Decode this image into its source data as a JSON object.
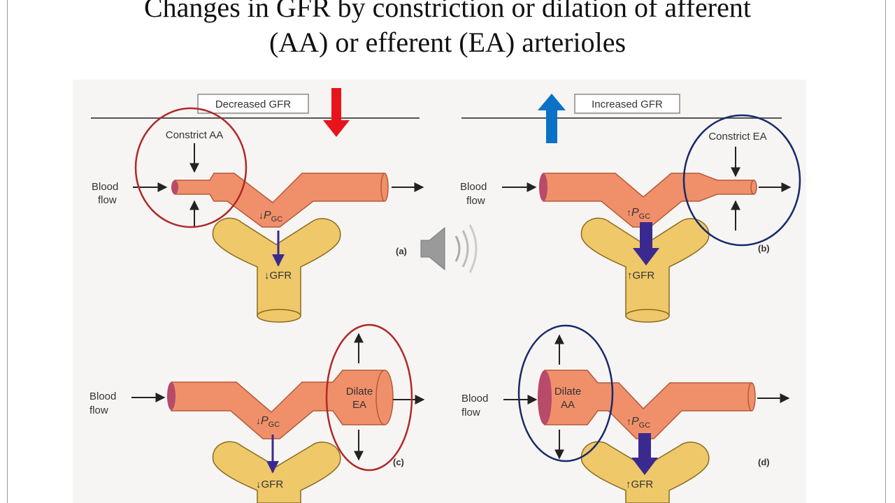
{
  "slide": {
    "title_line1": "Changes in GFR by constriction or dilation of afferent",
    "title_line2": "(AA) or efferent (EA) arterioles"
  },
  "figure": {
    "decreased_label": "Decreased GFR",
    "increased_label": "Increased GFR",
    "blood": "Blood",
    "flow": "flow",
    "pgc_prefix": "P",
    "pgc_sub": "GC",
    "down_arrow_glyph": "↓",
    "up_arrow_glyph": "↑",
    "gfr": "GFR",
    "panels": {
      "a": {
        "tag": "(a)",
        "action": "Constrict AA"
      },
      "b": {
        "tag": "(b)",
        "action": "Constrict EA"
      },
      "c": {
        "tag": "(c)",
        "action_line1": "Dilate",
        "action_line2": "EA"
      },
      "d": {
        "tag": "(d)",
        "action_line1": "Dilate",
        "action_line2": "AA"
      }
    }
  },
  "colors": {
    "vessel": "#f0906a",
    "vessel_stroke": "#b45a3a",
    "vessel_end": "#b84a6a",
    "tubule": "#efc86a",
    "tubule_stroke": "#8a6a20",
    "red_arrow": "#e8141b",
    "blue_arrow": "#0a72c6",
    "circle_red": "#b0282a",
    "circle_blue": "#162a6a",
    "gfr_arrow": "#3a2a90"
  },
  "icons": {
    "speaker": "speaker-icon"
  }
}
